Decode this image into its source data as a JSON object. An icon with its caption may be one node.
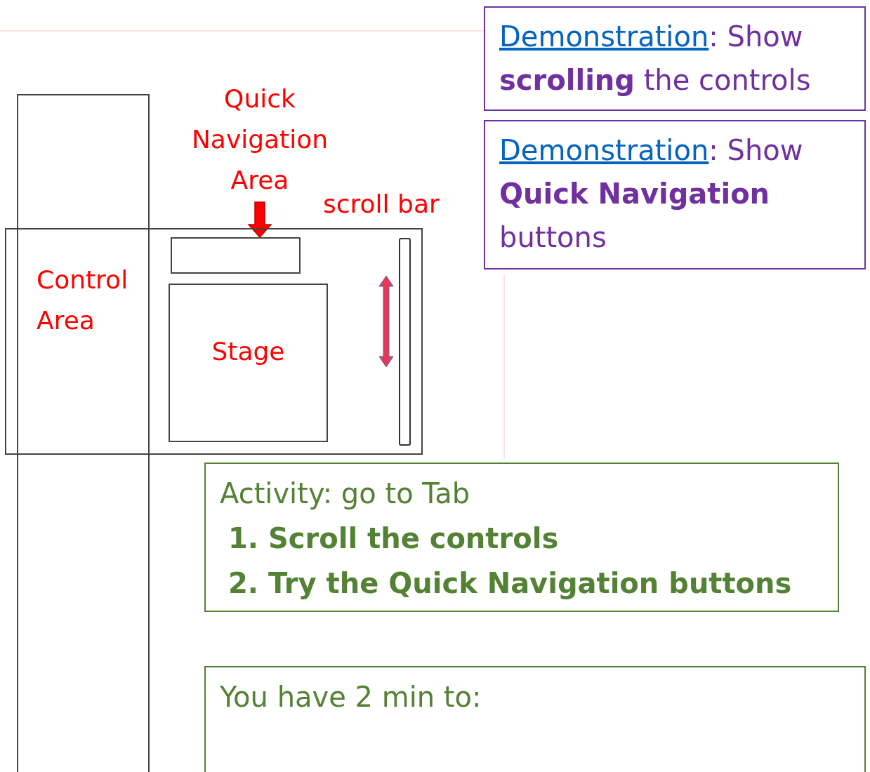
{
  "diagram": {
    "nodes": [
      {
        "text": [
          "Control Area"
        ]
      },
      {
        "text": [],
        "shape": "box"
      },
      {
        "text": [],
        "shape": "box",
        "in": 1
      },
      {
        "text": [
          "Stage"
        ],
        "in": 1
      },
      {
        "text": [],
        "shape": "bar",
        "in": 1
      },
      {
        "text": [
          "Quick Navigation Area"
        ]
      },
      {
        "text": [
          "Demonstration",
          ": Show **scrolling** the controls"
        ]
      },
      {
        "text": [
          "Demonstration",
          ": Show **Quick Navigation** buttons"
        ]
      },
      {
        "text": [
          "Activity: go to Tab",
          "1. Scroll the controls",
          "2. Try the Quick Navigation buttons"
        ]
      },
      {
        "text": [
          "You have 2 min to:"
        ]
      }
    ],
    "edges": [
      {
        "from": 5,
        "to": 2,
        "arrow": "to",
        "style": "thick"
      }
    ],
    "labels": [
      "scroll bar"
    ]
  }
}
